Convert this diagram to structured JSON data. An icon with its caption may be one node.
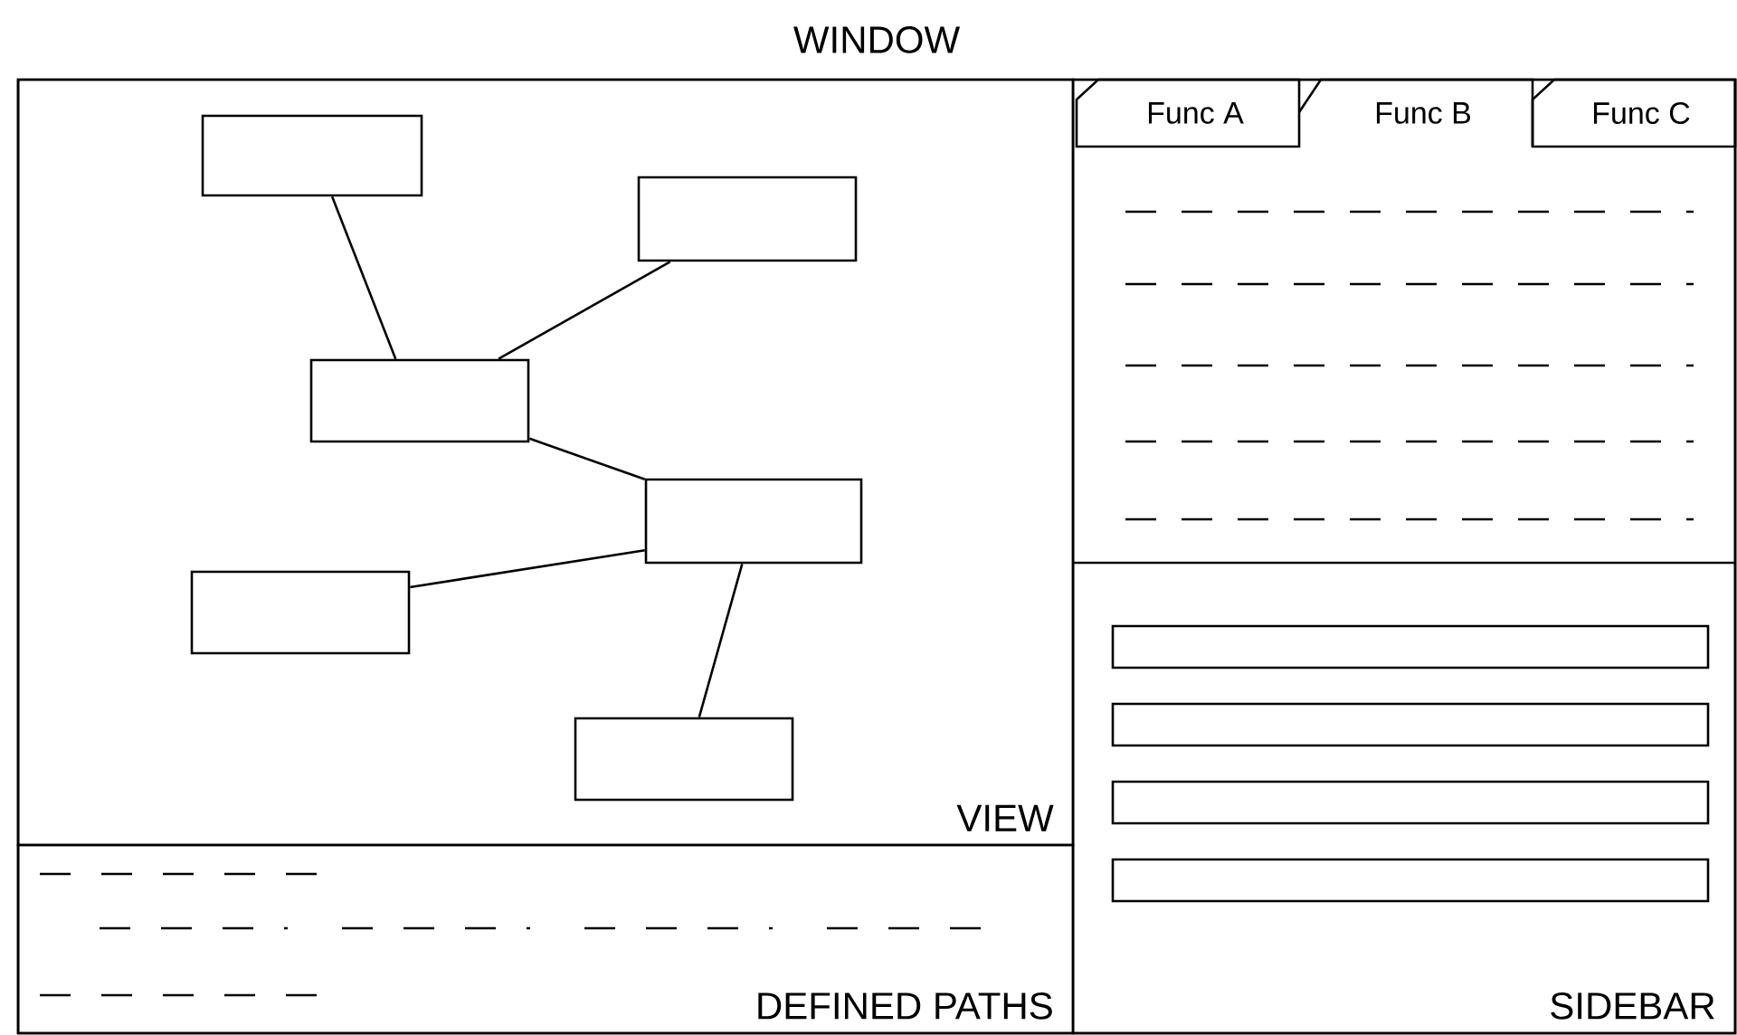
{
  "diagram": {
    "nodes": [
      {
        "text": [
          "WINDOW"
        ]
      },
      {
        "text": [
          "VIEW"
        ],
        "in": 0
      },
      {
        "text": [
          "DEFINED PATHS"
        ],
        "in": 0
      },
      {
        "text": [
          "SIDEBAR"
        ],
        "in": 0
      },
      {
        "text": [
          "Func A"
        ],
        "in": 3
      },
      {
        "text": [
          "Func B"
        ],
        "in": 3
      },
      {
        "text": [
          "Func C"
        ],
        "in": 3
      },
      {
        "text": [],
        "shape": "box",
        "in": 1
      },
      {
        "text": [],
        "shape": "box",
        "in": 1
      },
      {
        "text": [],
        "shape": "box",
        "in": 1
      },
      {
        "text": [],
        "shape": "box",
        "in": 1
      },
      {
        "text": [],
        "shape": "box",
        "in": 1
      },
      {
        "text": [],
        "shape": "box",
        "in": 1
      },
      {
        "text": [],
        "shape": "bar",
        "in": 3
      },
      {
        "text": [],
        "shape": "bar",
        "in": 3
      },
      {
        "text": [],
        "shape": "bar",
        "in": 3
      },
      {
        "text": [],
        "shape": "bar",
        "in": 3
      }
    ],
    "edges": [
      {
        "from": 7,
        "to": 9,
        "arrow": "none"
      },
      {
        "from": 8,
        "to": 9,
        "arrow": "none"
      },
      {
        "from": 9,
        "to": 10,
        "arrow": "none"
      },
      {
        "from": 11,
        "to": 10,
        "arrow": "none"
      },
      {
        "from": 10,
        "to": 12,
        "arrow": "none"
      }
    ]
  }
}
